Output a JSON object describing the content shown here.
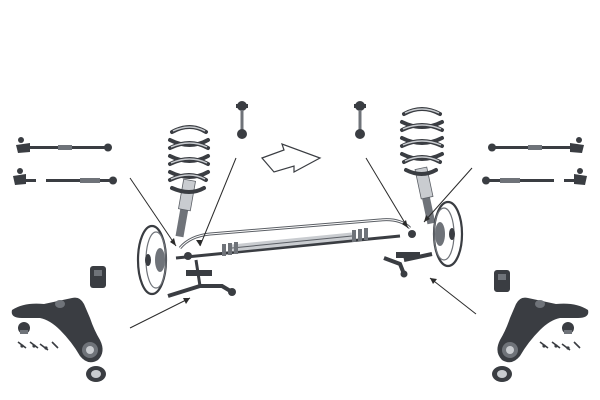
{
  "figure": {
    "background": "#ffffff",
    "colors": {
      "metal_dark": "#3a3d42",
      "metal_mid": "#6f7379",
      "metal_light": "#c9ccd0",
      "leader_line": "#2b2b2b"
    },
    "parts": [
      "stabilizer-link-left",
      "stabilizer-link-right",
      "tie-rod-left",
      "tie-rod-right",
      "tie-rod-end-left",
      "tie-rod-end-right",
      "coil-spring-left",
      "coil-spring-right",
      "steering-rack",
      "anti-roll-bar",
      "control-arm-left",
      "control-arm-right",
      "bushing-left",
      "bushing-right",
      "ball-joint-left",
      "ball-joint-right",
      "mounting-kit-left",
      "mounting-kit-right"
    ],
    "direction_indicator": "forward-arrow"
  }
}
